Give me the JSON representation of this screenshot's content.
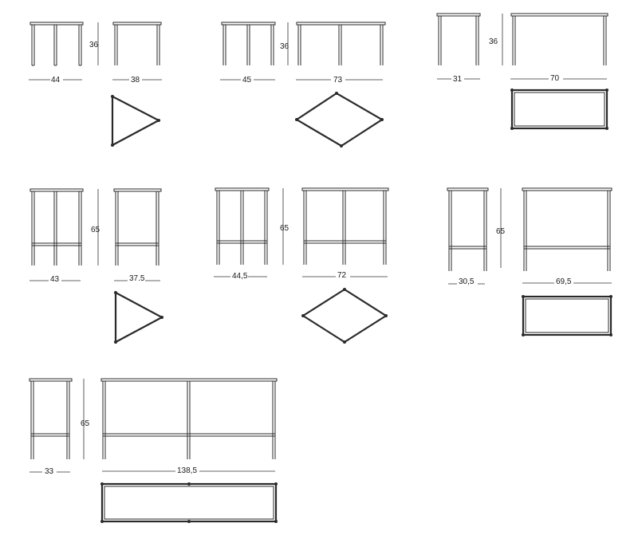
{
  "drawing": {
    "colors": {
      "line": "#2a2a2a",
      "background": "#ffffff"
    },
    "products": [
      {
        "id": "tri-low",
        "height_label": "36",
        "width_labels": [
          "44",
          "38"
        ]
      },
      {
        "id": "sq-low",
        "height_label": "36",
        "width_labels": [
          "45",
          "73"
        ]
      },
      {
        "id": "rect-low",
        "height_label": "36",
        "width_labels": [
          "31",
          "70"
        ]
      },
      {
        "id": "tri-high",
        "height_label": "65",
        "width_labels": [
          "43",
          "37.5"
        ]
      },
      {
        "id": "sq-high",
        "height_label": "65",
        "width_labels": [
          "44,5",
          "72"
        ]
      },
      {
        "id": "rect-high",
        "height_label": "65",
        "width_labels": [
          "30,5",
          "69,5"
        ]
      },
      {
        "id": "bench-high",
        "height_label": "65",
        "width_labels": [
          "33",
          "138,5"
        ]
      }
    ]
  }
}
